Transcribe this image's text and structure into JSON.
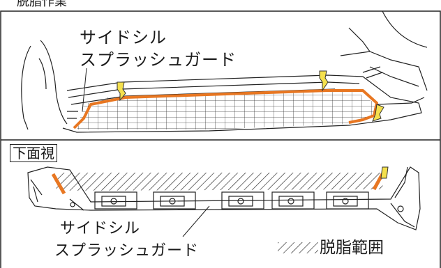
{
  "header": {
    "partial_label": "脱脂作業"
  },
  "side_view": {
    "part_label_line1": "サイドシル",
    "part_label_line2": "スプラッシュガード"
  },
  "bottom_view": {
    "view_title": "下面視",
    "part_label_line1": "サイドシル",
    "part_label_line2": "スプラッシュガード"
  },
  "legend": {
    "text": "脱脂範囲"
  },
  "colors": {
    "orange": "#E87722",
    "yellow": "#F4E04D",
    "line": "#222222"
  }
}
